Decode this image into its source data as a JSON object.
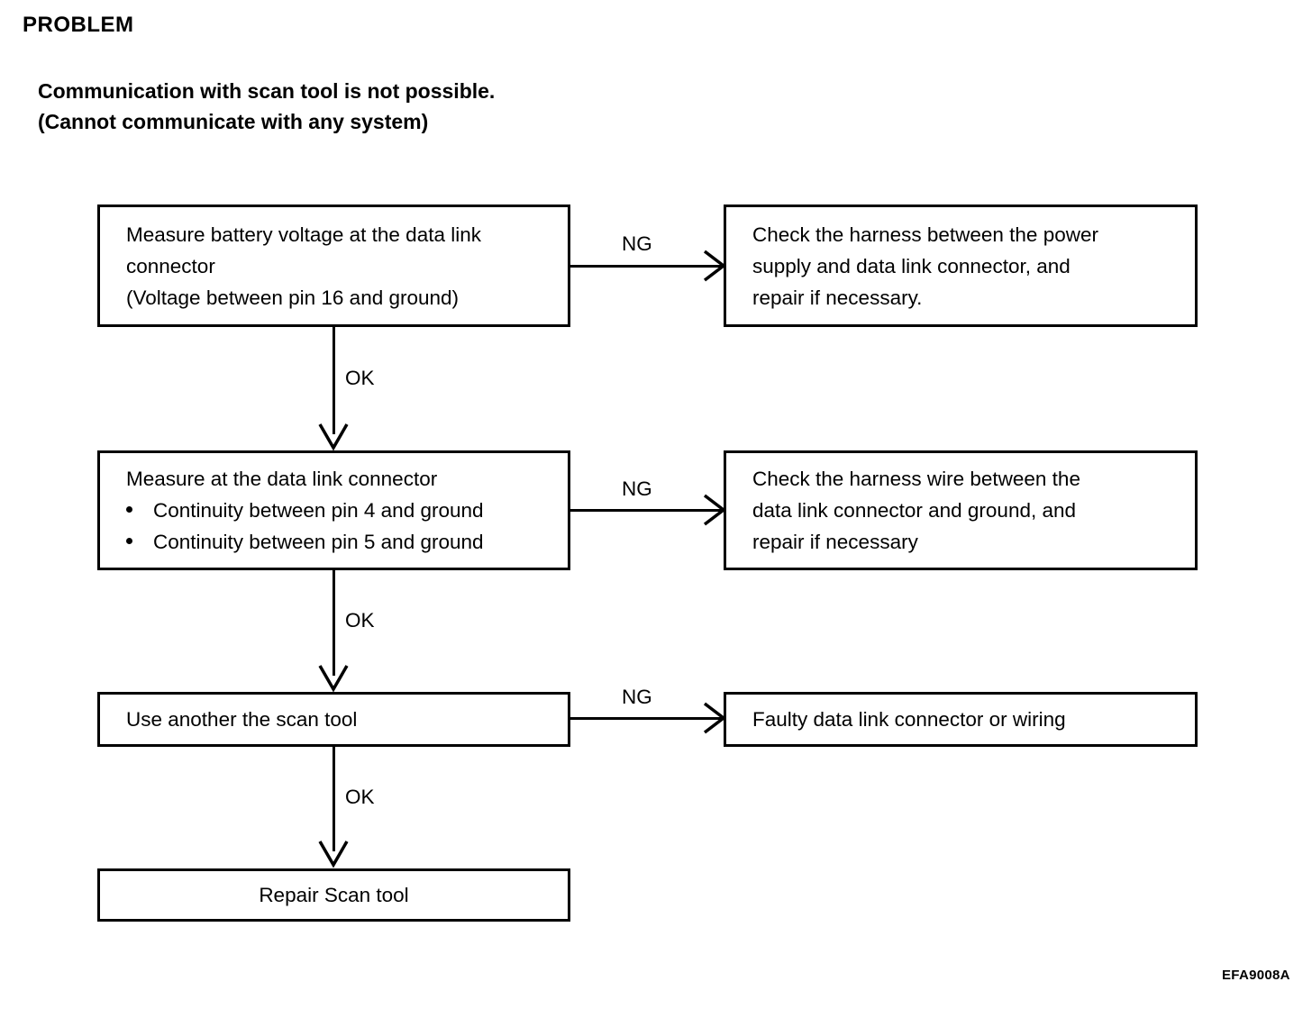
{
  "document": {
    "heading": "PROBLEM",
    "problem_statement": [
      "Communication with scan tool is not possible.",
      "(Cannot communicate with any system)"
    ],
    "footer_code": "EFA9008A",
    "ink_color": "#000000",
    "background_color": "#ffffff"
  },
  "flowchart": {
    "type": "troubleshooting-flowchart",
    "nodes": [
      {
        "id": "measure-battery",
        "lines": [
          "Measure battery voltage at the data link",
          "connector",
          "(Voltage between pin 16 and ground)"
        ]
      },
      {
        "id": "check-power",
        "lines": [
          "Check the harness between the power",
          "supply and data link connector, and",
          "repair if necessary."
        ]
      },
      {
        "id": "measure-datalink",
        "heading": "Measure at the data link connector",
        "bullets": [
          "Continuity between pin 4 and ground",
          "Continuity between pin 5 and ground"
        ]
      },
      {
        "id": "check-ground",
        "lines": [
          "Check the harness wire between the",
          "data link connector and ground, and",
          "repair if necessary"
        ]
      },
      {
        "id": "another-scan",
        "lines": [
          "Use another the scan tool"
        ]
      },
      {
        "id": "faulty-connector",
        "lines": [
          "Faulty data link connector or wiring"
        ]
      },
      {
        "id": "repair-scan",
        "lines": [
          "Repair Scan tool"
        ]
      }
    ],
    "edges": [
      {
        "from": "measure-battery",
        "to": "check-power",
        "label": "NG",
        "direction": "right"
      },
      {
        "from": "measure-battery",
        "to": "measure-datalink",
        "label": "OK",
        "direction": "down"
      },
      {
        "from": "measure-datalink",
        "to": "check-ground",
        "label": "NG",
        "direction": "right"
      },
      {
        "from": "measure-datalink",
        "to": "another-scan",
        "label": "OK",
        "direction": "down"
      },
      {
        "from": "another-scan",
        "to": "faulty-connector",
        "label": "NG",
        "direction": "right"
      },
      {
        "from": "another-scan",
        "to": "repair-scan",
        "label": "OK",
        "direction": "down"
      }
    ]
  }
}
